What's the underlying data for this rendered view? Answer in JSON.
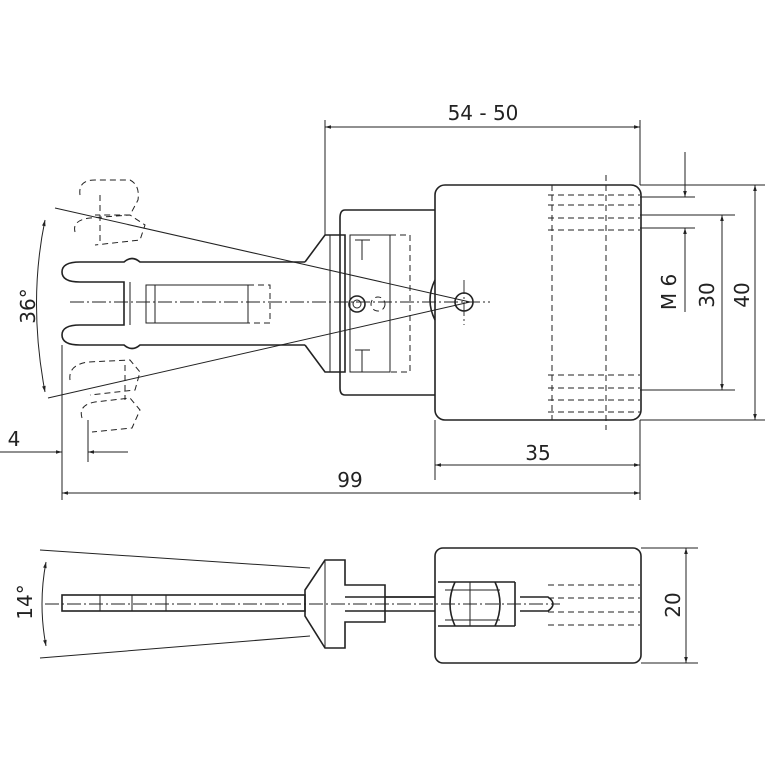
{
  "dimensions": {
    "top_width": "54 - 50",
    "thread": "M 6",
    "hole_spacing": "30",
    "block_height": "40",
    "angle_top": "36°",
    "offset": "4",
    "block_width": "35",
    "overall_length": "99",
    "angle_side": "14°",
    "side_height": "20"
  }
}
